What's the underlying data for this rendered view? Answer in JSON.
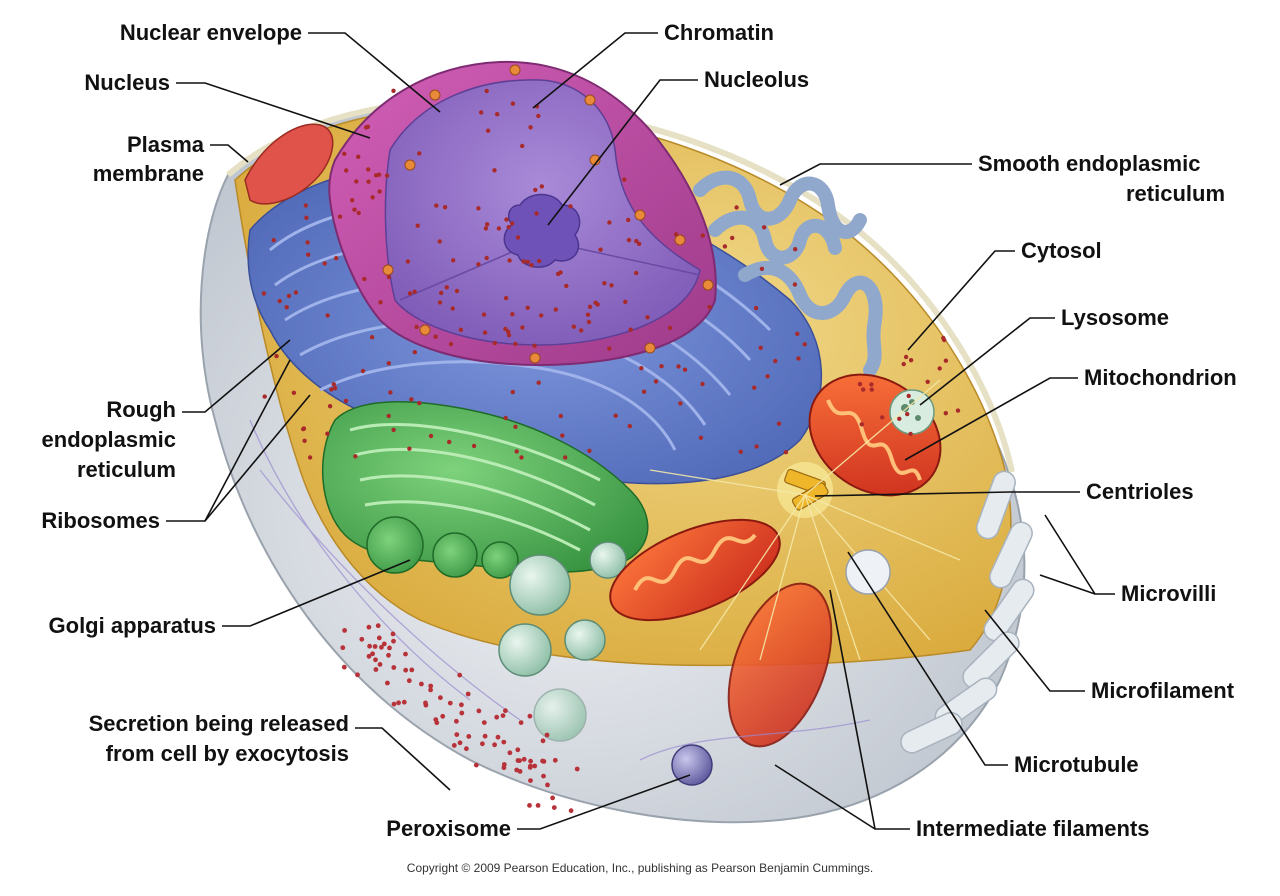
{
  "diagram": {
    "labels": {
      "nuclear_envelope": "Nuclear envelope",
      "nucleus": "Nucleus",
      "plasma_membrane": [
        "Plasma",
        "membrane"
      ],
      "chromatin": "Chromatin",
      "nucleolus": "Nucleolus",
      "smooth_er": [
        "Smooth endoplasmic",
        "reticulum"
      ],
      "cytosol": "Cytosol",
      "lysosome": "Lysosome",
      "mitochondrion": "Mitochondrion",
      "centrioles": "Centrioles",
      "microvilli": "Microvilli",
      "microfilament": "Microfilament",
      "microtubule": "Microtubule",
      "intermediate_filaments": "Intermediate filaments",
      "peroxisome": "Peroxisome",
      "secretion": [
        "Secretion being released",
        "from cell by exocytosis"
      ],
      "golgi": "Golgi apparatus",
      "ribosomes": "Ribosomes",
      "rough_er": [
        "Rough",
        "endoplasmic",
        "reticulum"
      ]
    },
    "copyright": "Copyright © 2009 Pearson Education, Inc., publishing as Pearson Benjamin Cummings.",
    "colors": {
      "cell_body": "#d9dde3",
      "cytosol": "#e8c35a",
      "nucleus": "#c04a9e",
      "nucleoplasm": "#8e6cc0",
      "nucleolus": "#6a4fb0",
      "rough_er": "#5d79c9",
      "smooth_er": "#8ea6c9",
      "golgi": "#3fa84a",
      "mitochondrion": "#e8462a",
      "ribosome": "#b02a2a",
      "lysosome": "#cfe2d6",
      "peroxisome": "#7d79b8",
      "vesicle": "#9fd6c2"
    }
  }
}
